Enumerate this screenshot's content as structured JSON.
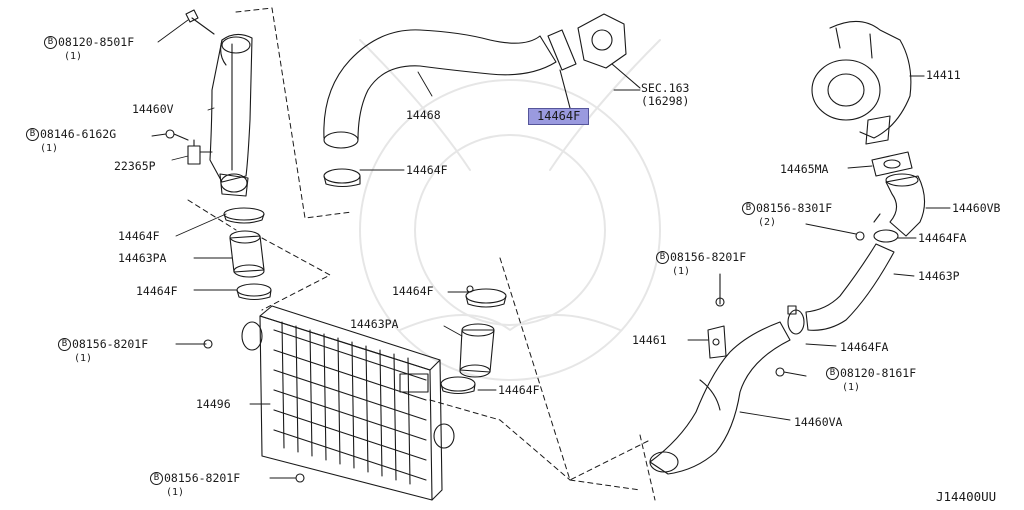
{
  "diagram_code": "J14400UU",
  "highlighted_part": "14464F",
  "bolt_symbol": "B",
  "labels": {
    "p08120_8501F": {
      "code": "08120-8501F",
      "qty": "(1)"
    },
    "p14460V": "14460V",
    "p08146_6162G": {
      "code": "08146-6162G",
      "qty": "(1)"
    },
    "p22365P": "22365P",
    "p14468": "14468",
    "p14464F_hl": "14464F",
    "sec163": {
      "code": "SEC.163",
      "ref": "(16298)"
    },
    "p14411": "14411",
    "p14464F_a": "14464F",
    "p14465MA": "14465MA",
    "p08156_8301F": {
      "code": "08156-8301F",
      "qty": "(2)"
    },
    "p14460VB": "14460VB",
    "p14464FA_a": "14464FA",
    "p14464F_b": "14464F",
    "p14463PA_a": "14463PA",
    "p08156_8201F_a": {
      "code": "08156-8201F",
      "qty": "(1)"
    },
    "p14463P": "14463P",
    "p14464F_c": "14464F",
    "p14464F_d": "14464F",
    "p14463PA_b": "14463PA",
    "p14461": "14461",
    "p14464FA_b": "14464FA",
    "p08156_8201F_b": {
      "code": "08156-8201F",
      "qty": "(1)"
    },
    "p14464F_e": "14464F",
    "p08120_8161F": {
      "code": "08120-8161F",
      "qty": "(1)"
    },
    "p14496": "14496",
    "p14460VA": "14460VA",
    "p08156_8201F_c": {
      "code": "08156-8201F",
      "qty": "(1)"
    }
  }
}
